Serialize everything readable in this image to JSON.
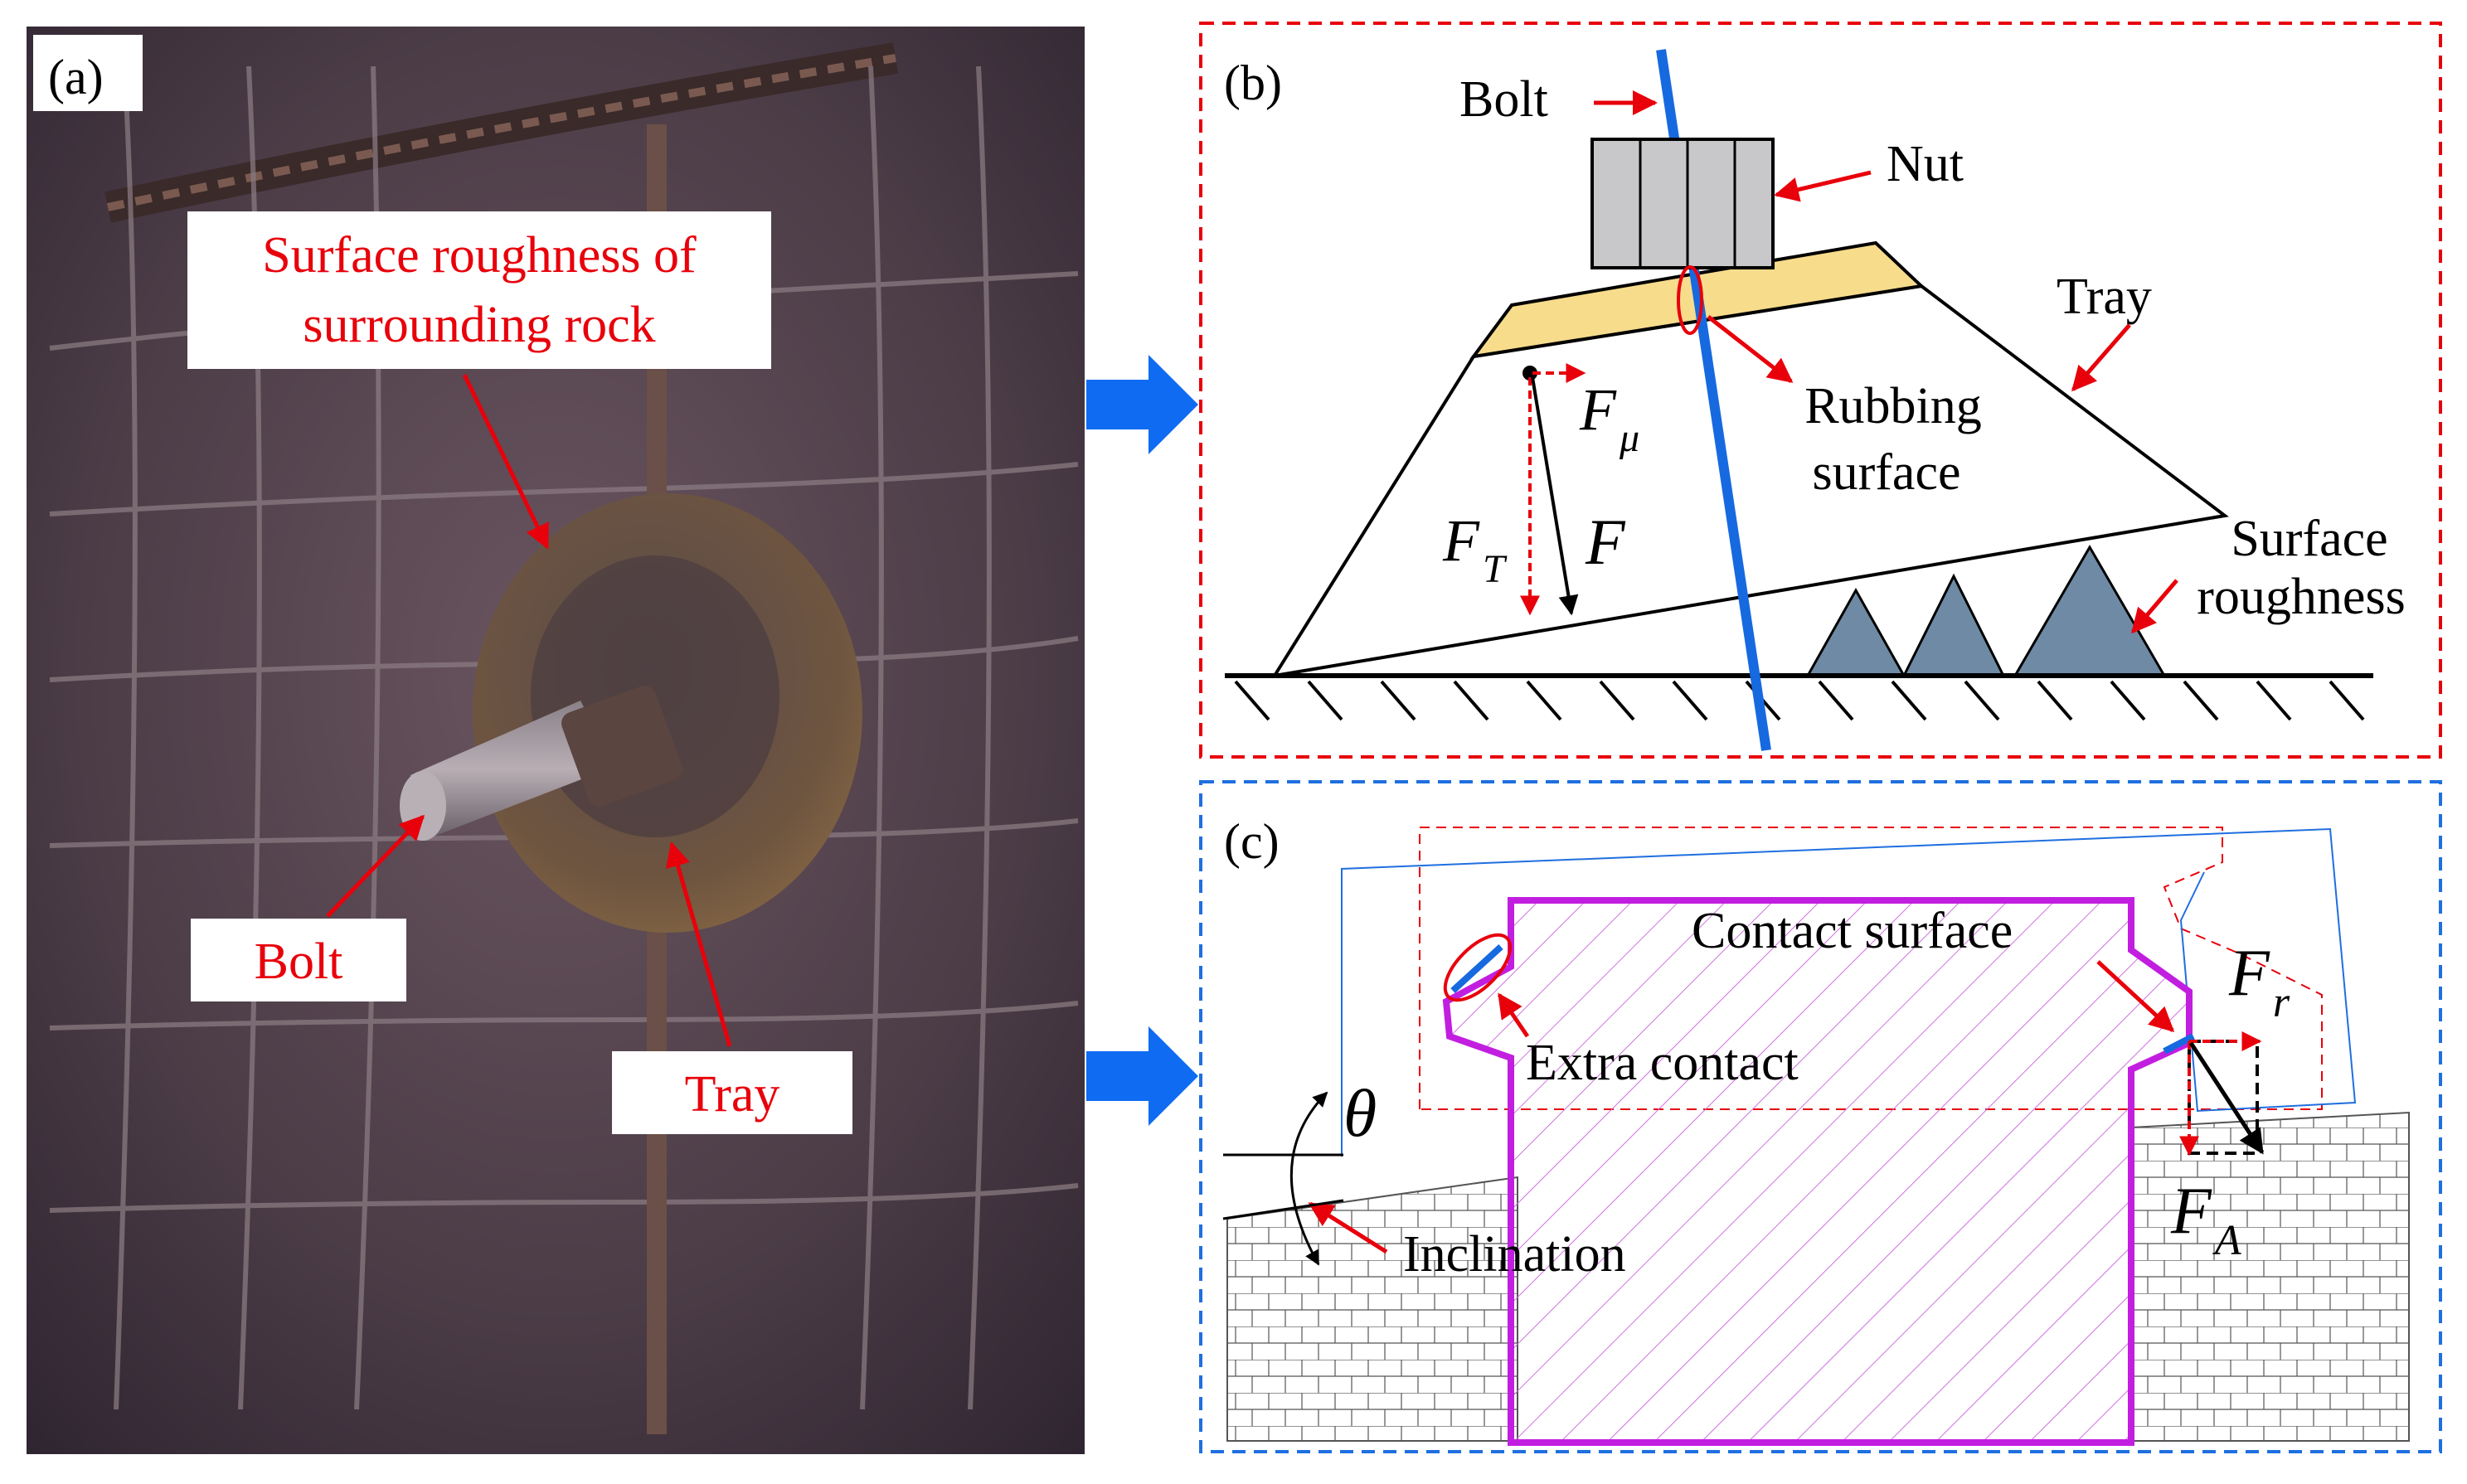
{
  "panel_a": {
    "tag": "(a)",
    "label_surface_line1": "Surface roughness of",
    "label_surface_line2": "surrounding rock",
    "label_bolt": "Bolt",
    "label_tray": "Tray"
  },
  "panel_b": {
    "tag": "(b)",
    "label_bolt": "Bolt",
    "label_nut": "Nut",
    "label_tray": "Tray",
    "label_rubbing_line1": "Rubbing",
    "label_rubbing_line2": "surface",
    "label_roughness_line1": "Surface",
    "label_roughness_line2": "roughness",
    "force_F": "F",
    "force_F_mu_main": "F",
    "force_F_mu_sub": "μ",
    "force_F_T_main": "F",
    "force_F_T_sub": "T"
  },
  "panel_c": {
    "tag": "(c)",
    "label_contact_surface": "Contact surface",
    "label_extra_contact": "Extra contact",
    "label_inclination": "Inclination",
    "symbol_theta": "θ",
    "force_F_r_main": "F",
    "force_F_r_sub": "r",
    "force_F_A_main": "F",
    "force_F_A_sub": "A"
  },
  "colors": {
    "label_red": "#e8000b",
    "arrow_blue": "#0f6cf2",
    "bolt_blue": "#1769e0",
    "nut_gray": "#c8c8ca",
    "washer_yellow": "#f7dc8c",
    "roughness_slate": "#6f8aa4",
    "section_magenta": "#c21ee0",
    "frame_red": "#e8000b",
    "frame_blue": "#1f6fe0"
  }
}
